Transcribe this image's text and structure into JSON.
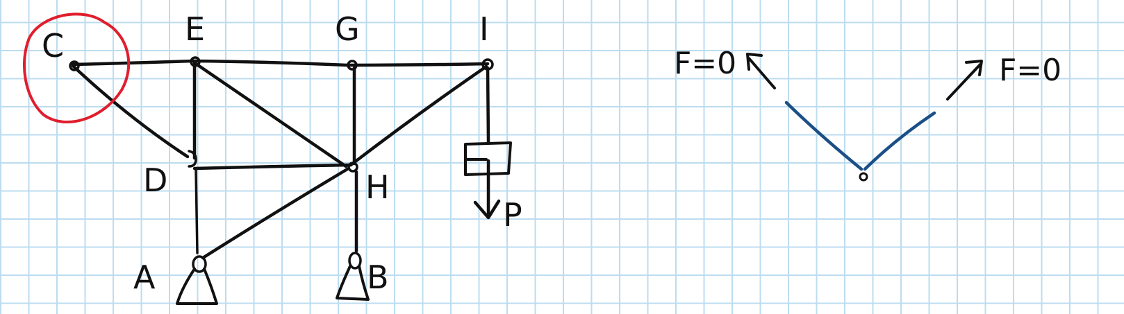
{
  "truss": {
    "node_labels": {
      "C": "C",
      "E": "E",
      "G": "G",
      "I": "I",
      "D": "D",
      "H": "H",
      "A": "A",
      "B": "B"
    },
    "load_label": "P",
    "highlighted_node": "C",
    "highlight_color": "#e01e2d"
  },
  "free_body": {
    "left_force_label": "F=0",
    "right_force_label": "F=0",
    "member_color": "#1b4f86"
  },
  "paper": {
    "grid_color": "#bcdcf0",
    "ink_color": "#111111"
  }
}
